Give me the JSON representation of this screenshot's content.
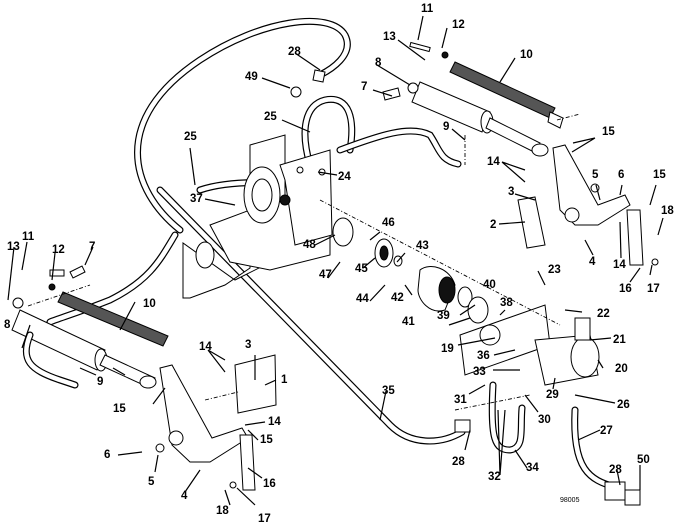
{
  "diagram": {
    "title": "Hydraulic lift cylinder assembly — exploded view",
    "drawing_id": "98005",
    "callouts": [
      {
        "id": "c11a",
        "label": "11"
      },
      {
        "id": "c12a",
        "label": "12"
      },
      {
        "id": "c13a",
        "label": "13"
      },
      {
        "id": "c10a",
        "label": "10"
      },
      {
        "id": "c8a",
        "label": "8"
      },
      {
        "id": "c7a",
        "label": "7"
      },
      {
        "id": "c28a",
        "label": "28"
      },
      {
        "id": "c49",
        "label": "49"
      },
      {
        "id": "c25a",
        "label": "25"
      },
      {
        "id": "c25b",
        "label": "25"
      },
      {
        "id": "c9a",
        "label": "9"
      },
      {
        "id": "c15a",
        "label": "15"
      },
      {
        "id": "c14a",
        "label": "14"
      },
      {
        "id": "c24",
        "label": "24"
      },
      {
        "id": "c5a",
        "label": "5"
      },
      {
        "id": "c6a",
        "label": "6"
      },
      {
        "id": "c15b",
        "label": "15"
      },
      {
        "id": "c3a",
        "label": "3"
      },
      {
        "id": "c37",
        "label": "37"
      },
      {
        "id": "c46",
        "label": "46"
      },
      {
        "id": "c2",
        "label": "2"
      },
      {
        "id": "c18a",
        "label": "18"
      },
      {
        "id": "c48",
        "label": "48"
      },
      {
        "id": "c43",
        "label": "43"
      },
      {
        "id": "c47",
        "label": "47"
      },
      {
        "id": "c45",
        "label": "45"
      },
      {
        "id": "c4a",
        "label": "4"
      },
      {
        "id": "c14b",
        "label": "14"
      },
      {
        "id": "c16a",
        "label": "16"
      },
      {
        "id": "c17a",
        "label": "17"
      },
      {
        "id": "c11b",
        "label": "11"
      },
      {
        "id": "c13b",
        "label": "13"
      },
      {
        "id": "c12b",
        "label": "12"
      },
      {
        "id": "c7b",
        "label": "7"
      },
      {
        "id": "c44",
        "label": "44"
      },
      {
        "id": "c42",
        "label": "42"
      },
      {
        "id": "c23",
        "label": "23"
      },
      {
        "id": "c40",
        "label": "40"
      },
      {
        "id": "c10b",
        "label": "10"
      },
      {
        "id": "c41",
        "label": "41"
      },
      {
        "id": "c39",
        "label": "39"
      },
      {
        "id": "c38",
        "label": "38"
      },
      {
        "id": "c22",
        "label": "22"
      },
      {
        "id": "c8b",
        "label": "8"
      },
      {
        "id": "c21",
        "label": "21"
      },
      {
        "id": "c19",
        "label": "19"
      },
      {
        "id": "c36",
        "label": "36"
      },
      {
        "id": "c20",
        "label": "20"
      },
      {
        "id": "c14c",
        "label": "14"
      },
      {
        "id": "c3b",
        "label": "3"
      },
      {
        "id": "c9b",
        "label": "9"
      },
      {
        "id": "c1",
        "label": "1"
      },
      {
        "id": "c33",
        "label": "33"
      },
      {
        "id": "c15c",
        "label": "15"
      },
      {
        "id": "c35",
        "label": "35"
      },
      {
        "id": "c31",
        "label": "31"
      },
      {
        "id": "c29",
        "label": "29"
      },
      {
        "id": "c26",
        "label": "26"
      },
      {
        "id": "c14d",
        "label": "14"
      },
      {
        "id": "c30",
        "label": "30"
      },
      {
        "id": "c15d",
        "label": "15"
      },
      {
        "id": "c27",
        "label": "27"
      },
      {
        "id": "c6b",
        "label": "6"
      },
      {
        "id": "c5b",
        "label": "5"
      },
      {
        "id": "c4b",
        "label": "4"
      },
      {
        "id": "c16b",
        "label": "16"
      },
      {
        "id": "c28b",
        "label": "28"
      },
      {
        "id": "c32",
        "label": "32"
      },
      {
        "id": "c34",
        "label": "34"
      },
      {
        "id": "c28c",
        "label": "28"
      },
      {
        "id": "c50",
        "label": "50"
      },
      {
        "id": "c18b",
        "label": "18"
      },
      {
        "id": "c17b",
        "label": "17"
      }
    ]
  }
}
